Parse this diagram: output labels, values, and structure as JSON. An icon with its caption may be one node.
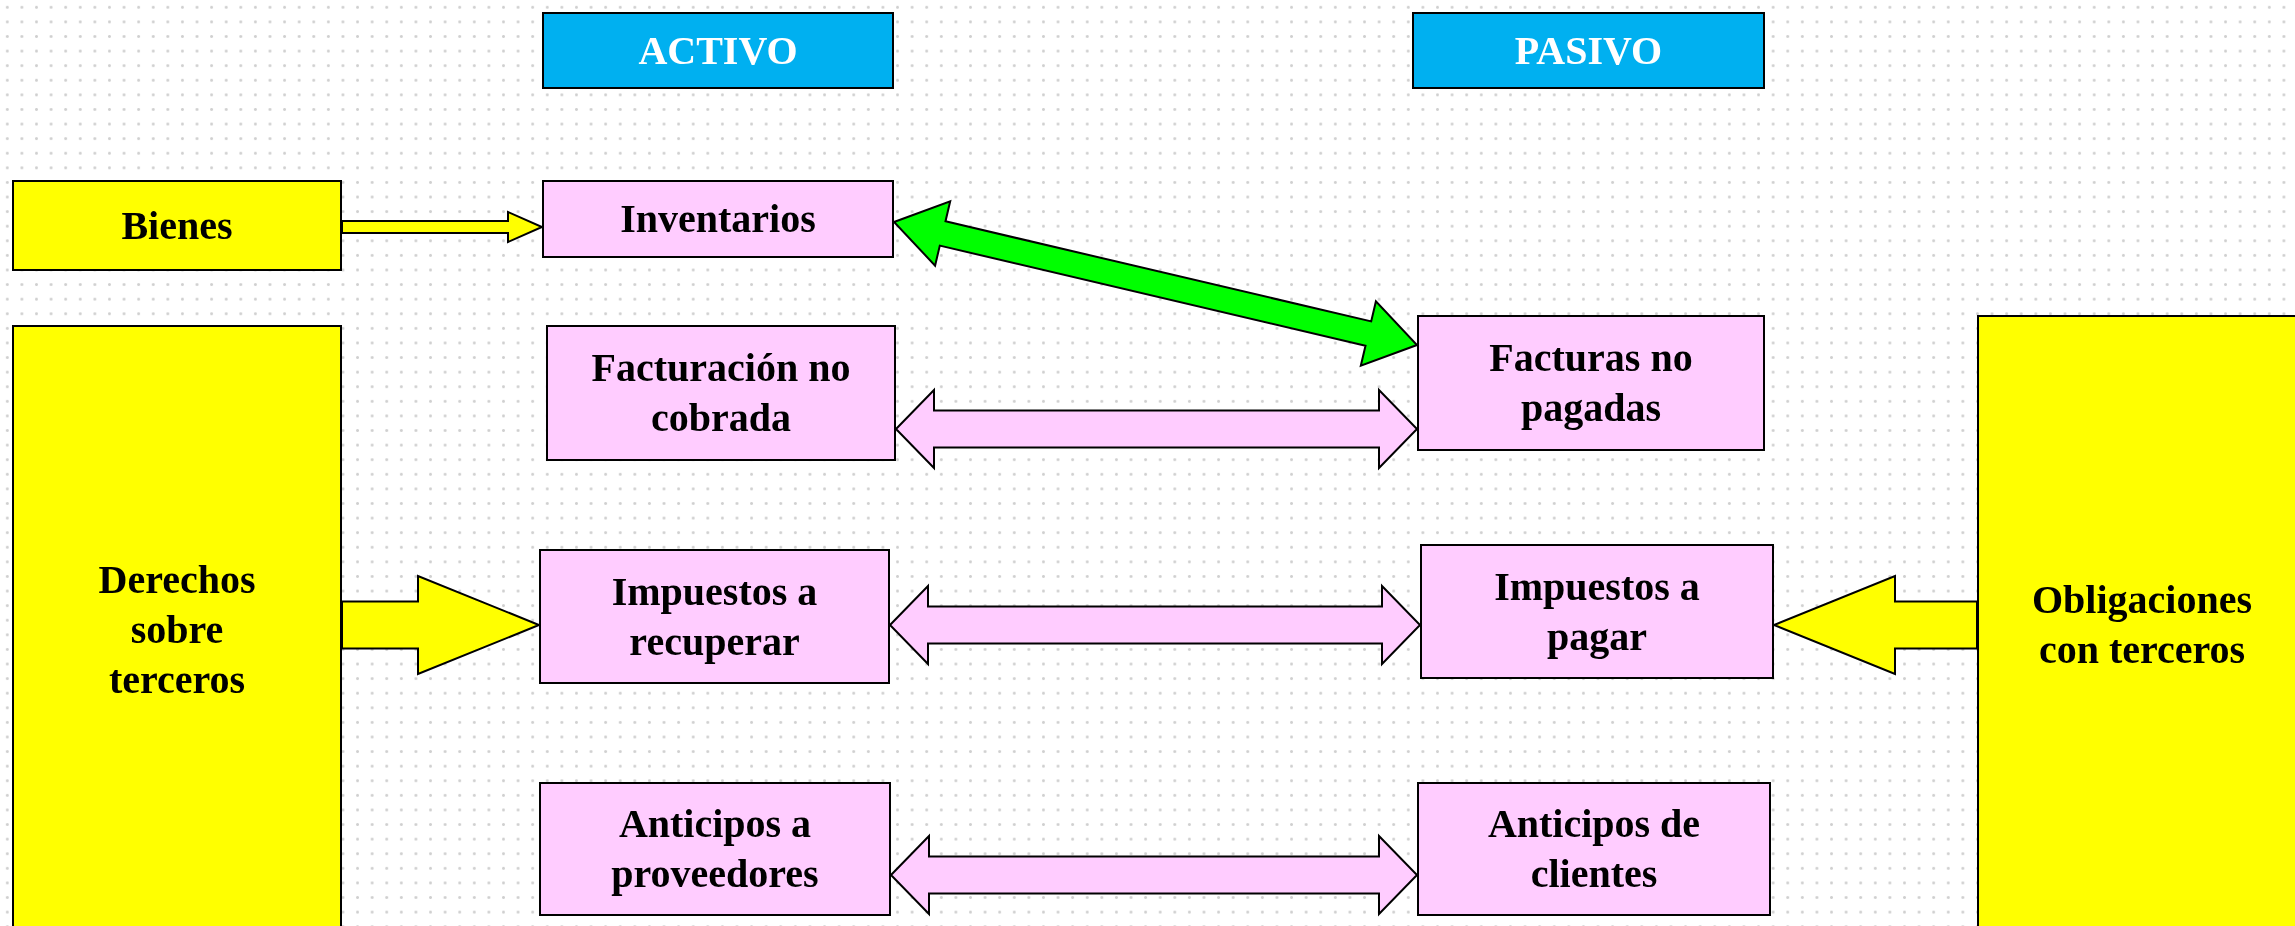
{
  "diagram": {
    "nodes": [
      {
        "text": [
          "ACTIVO"
        ]
      },
      {
        "text": [
          "PASIVO"
        ]
      },
      {
        "text": [
          "Bienes"
        ]
      },
      {
        "text": [
          "Inventarios"
        ]
      },
      {
        "text": [
          "Derechos sobre terceros"
        ]
      },
      {
        "text": [
          "Facturación no cobrada"
        ]
      },
      {
        "text": [
          "Facturas no pagadas"
        ]
      },
      {
        "text": [
          "Obligaciones con terceros"
        ]
      },
      {
        "text": [
          "Impuestos a recuperar"
        ]
      },
      {
        "text": [
          "Impuestos a pagar"
        ]
      },
      {
        "text": [
          "Anticipos a proveedores"
        ]
      },
      {
        "text": [
          "Anticipos de clientes"
        ]
      }
    ],
    "edges": [
      {
        "from": 2,
        "to": 3,
        "arrow": "to",
        "color": "#ffff00"
      },
      {
        "from": 3,
        "to": 6,
        "arrow": "both",
        "color": "#00ff00"
      },
      {
        "from": 5,
        "to": 6,
        "arrow": "both"
      },
      {
        "from": 4,
        "to": 8,
        "arrow": "to",
        "color": "#ffff00"
      },
      {
        "from": 8,
        "to": 9,
        "arrow": "both"
      },
      {
        "from": 7,
        "to": 9,
        "arrow": "to",
        "color": "#ffff00"
      },
      {
        "from": 10,
        "to": 11,
        "arrow": "both"
      }
    ]
  }
}
